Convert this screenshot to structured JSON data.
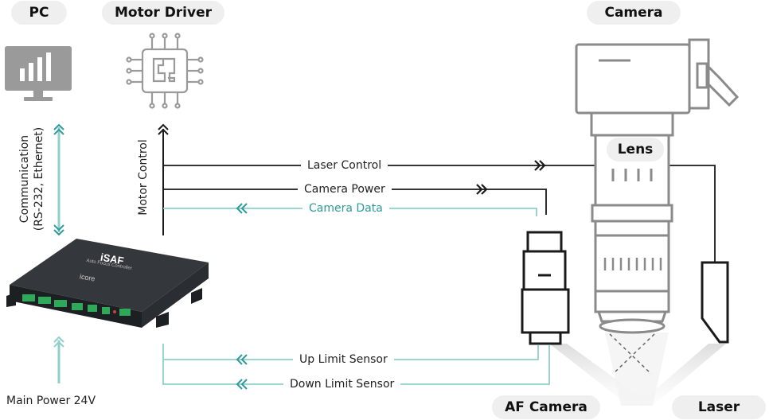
{
  "nodes": {
    "pc": "PC",
    "motor_driver": "Motor Driver",
    "camera": "Camera",
    "lens": "Lens",
    "af_camera": "AF Camera",
    "laser": "Laser"
  },
  "links": {
    "communication_line1": "Communication",
    "communication_line2": "(RS-232, Ethernet)",
    "motor_control": "Motor Control",
    "laser_control": "Laser Control",
    "camera_power": "Camera Power",
    "camera_data": "Camera Data",
    "up_limit_sensor": "Up Limit Sensor",
    "down_limit_sensor": "Down Limit Sensor",
    "main_power": "Main Power 24V"
  },
  "controller": {
    "brand": "iSAF",
    "subtitle": "Auto Focus Controller",
    "maker": "icore"
  },
  "colors": {
    "black_line": "#1a1a1a",
    "teal_line": "#8fd0cc",
    "teal_arrow": "#2f9a9a",
    "device_gray": "#8a8a8a",
    "pill_bg": "#efefef"
  }
}
